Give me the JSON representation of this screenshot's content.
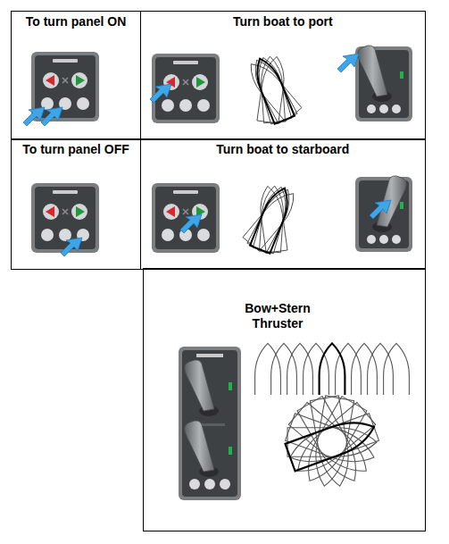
{
  "diagram": {
    "nodes": [
      {
        "text": [
          "To turn panel ON"
        ]
      },
      {
        "text": [
          "Turn boat to port"
        ]
      },
      {
        "text": [
          "To turn panel OFF"
        ]
      },
      {
        "text": [
          "Turn boat to starboard"
        ]
      },
      {
        "text": [
          "Bow+Stern Thruster"
        ]
      }
    ]
  }
}
